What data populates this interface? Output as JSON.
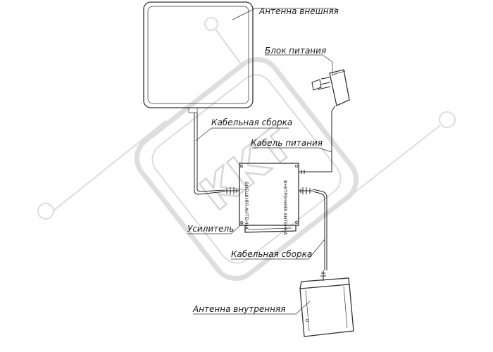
{
  "labels": {
    "external_antenna": "Антенна внешняя",
    "power_supply": "Блок питания",
    "cable_assembly_top": "Кабельная сборка",
    "power_cable": "Кабель питания",
    "amplifier": "Усилитель",
    "cable_assembly_bottom": "Кабельная сборка",
    "internal_antenna": "Антенна внутренняя"
  },
  "amplifier_ports": {
    "external": "ВНЕШНЯЯ АНТЕННА",
    "internal": "ВНУТРЕННЯЯ АНТЕННА"
  },
  "watermark": {
    "text": "KKT",
    "color": "#dcdcdc"
  },
  "colors": {
    "line": "#222222",
    "label": "#1a1a1a",
    "background": "#ffffff"
  }
}
